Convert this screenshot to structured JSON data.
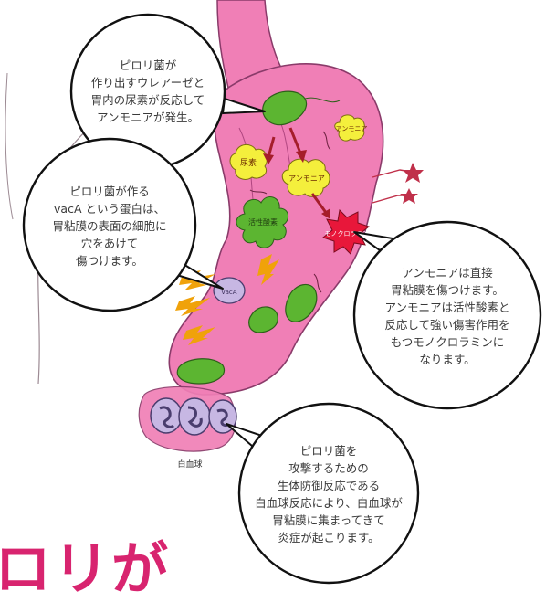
{
  "callouts": {
    "top": [
      "ピロリ菌が",
      "作り出すウレアーゼと",
      "胃内の尿素が反応して",
      "アンモニアが発生。"
    ],
    "left": [
      "ピロリ菌が作る",
      "vacA という蛋白は、",
      "胃粘膜の表面の細胞に",
      "穴をあけて",
      "傷つけます。"
    ],
    "right": [
      "アンモニアは直接",
      "胃粘膜を傷つけます。",
      "アンモニアは活性酸素と",
      "反応して強い傷害作用を",
      "もつモノクロラミンに",
      "なります。"
    ],
    "bottom": [
      "ピロリ菌を",
      "攻撃するための",
      "生体防御反応である",
      "白血球反応により、白血球が",
      "胃粘膜に集まってきて",
      "炎症が起こります。"
    ]
  },
  "illustration_labels": {
    "urea": "尿素",
    "ammonia_center": "アンモニア",
    "ammonia_small": "アンモニア",
    "ros": "活性酸素",
    "monochloramine": "モノクロラミン",
    "vaca": "vacA",
    "wbc": "白血球"
  },
  "headline": "ロリが",
  "colors": {
    "stomach_fill": "#f07fb6",
    "stomach_outline": "#8a3b6a",
    "bacteria": "#5cb531",
    "yellow_blob": "#f4ef3c",
    "red_burst": "#e8173a",
    "lightning": "#f0a20a",
    "headline": "#d8246f"
  }
}
